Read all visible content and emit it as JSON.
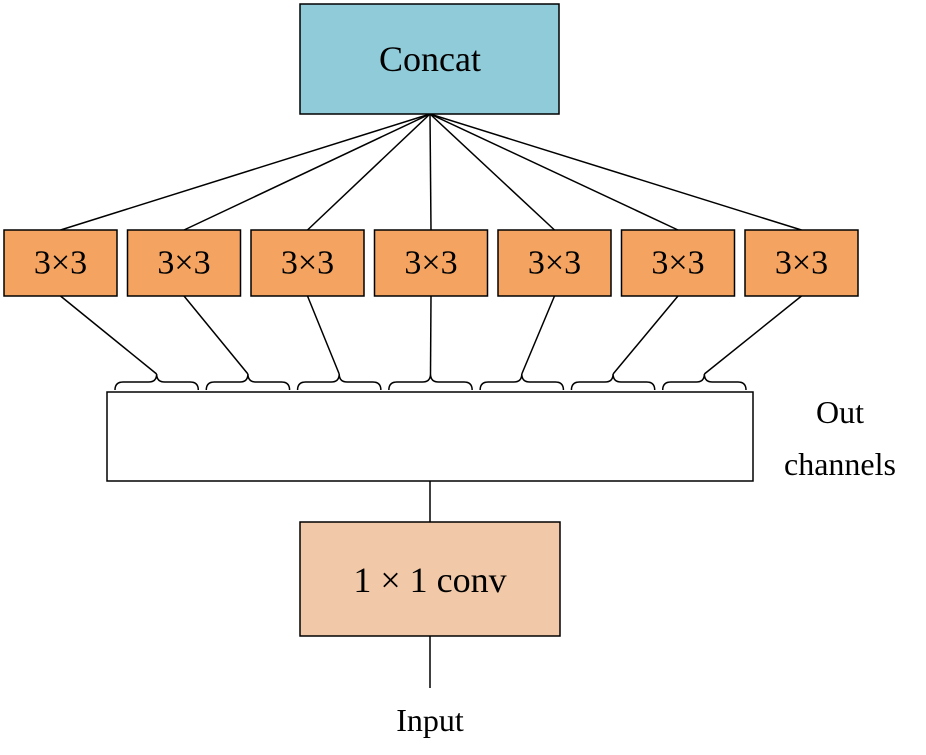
{
  "diagram": {
    "concat_label": "Concat",
    "conv_label": "3×3",
    "conv_count": 7,
    "out_label_line1": "Out",
    "out_label_line2": "channels",
    "pointwise_label": "1 × 1 conv",
    "input_label": "Input"
  },
  "colors": {
    "concat_fill": "#8fcbd8",
    "conv_fill": "#f4a460",
    "pointwise_fill": "#f2c9a8",
    "channel_fill": "#ffffff",
    "stroke": "#000000"
  }
}
